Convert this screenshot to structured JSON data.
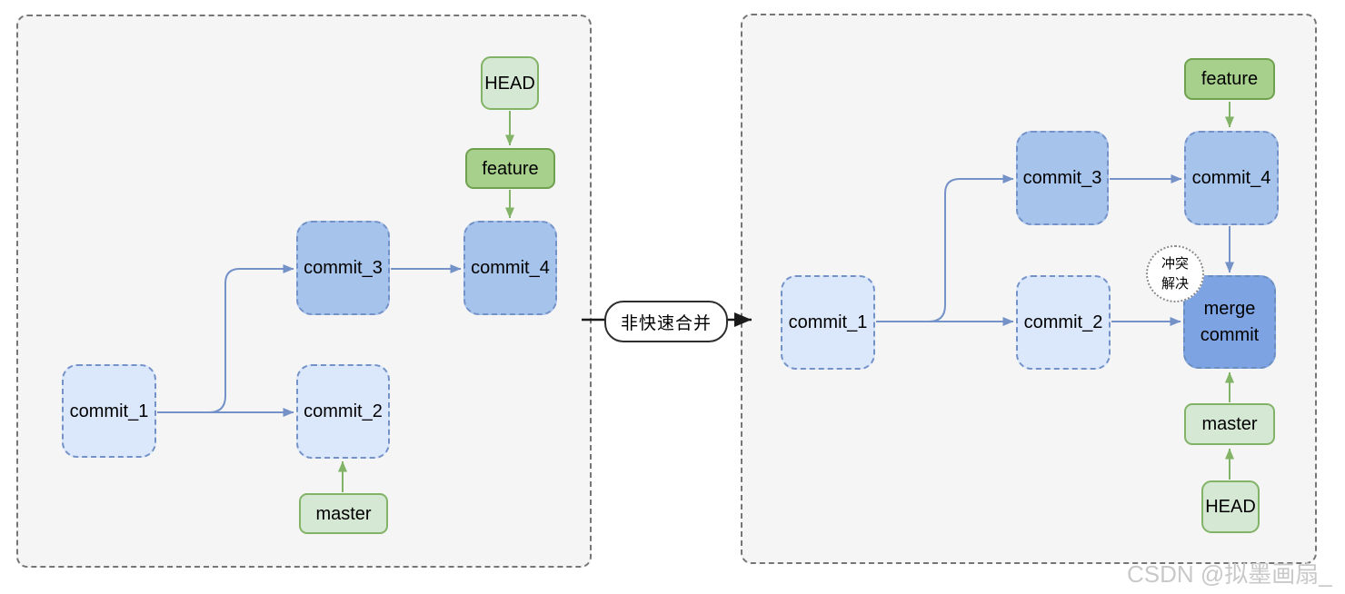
{
  "left_panel": {
    "head": "HEAD",
    "feature": "feature",
    "master": "master",
    "commit_1": "commit_1",
    "commit_2": "commit_2",
    "commit_3": "commit_3",
    "commit_4": "commit_4"
  },
  "connector": {
    "label": "非快速合并"
  },
  "right_panel": {
    "feature": "feature",
    "master": "master",
    "head": "HEAD",
    "commit_1": "commit_1",
    "commit_2": "commit_2",
    "commit_3": "commit_3",
    "commit_4": "commit_4",
    "merge_commit": "merge commit",
    "conflict_note": "冲突解决"
  },
  "watermark": "CSDN @拟墨画扇_",
  "colors": {
    "panel_bg": "#f5f5f5",
    "panel_border": "#767676",
    "commit_light_fill": "#dbe8fc",
    "commit_mid_fill": "#a6c3ec",
    "merge_fill": "#7da3e3",
    "commit_border": "#7492c8",
    "ref_light_fill": "#d5e8d4",
    "ref_dark_fill": "#a8d08d",
    "ref_border": "#82b366",
    "edge_blue": "#7492c8",
    "edge_green": "#82b366",
    "edge_black": "#1a1a1a"
  }
}
